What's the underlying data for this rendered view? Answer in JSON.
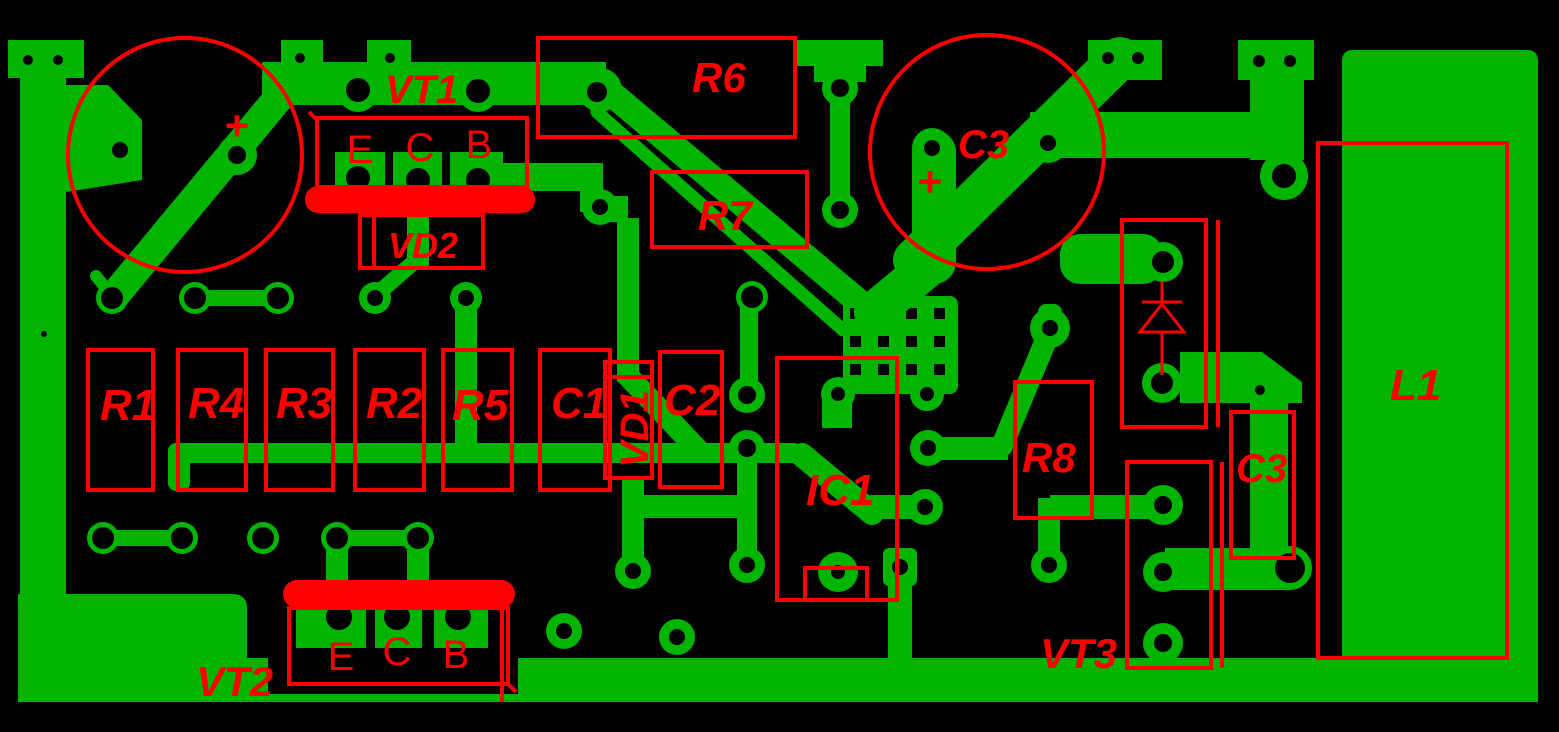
{
  "colors": {
    "copper": "#00b400",
    "silkscreen": "#ff0000",
    "board": "#000000"
  },
  "components": {
    "vt1": {
      "label": "VT1",
      "pins": [
        "E",
        "C",
        "B"
      ]
    },
    "vt2": {
      "label": "VT2",
      "pins": [
        "E",
        "C",
        "B"
      ]
    },
    "vt3": {
      "label": "VT3"
    },
    "vd1": {
      "label": "VD1"
    },
    "vd2": {
      "label": "VD2"
    },
    "r1": {
      "label": "R1"
    },
    "r2": {
      "label": "R2"
    },
    "r3": {
      "label": "R3"
    },
    "r4": {
      "label": "R4"
    },
    "r5": {
      "label": "R5"
    },
    "r6": {
      "label": "R6"
    },
    "r7": {
      "label": "R7"
    },
    "r8": {
      "label": "R8"
    },
    "c1": {
      "label": "C1"
    },
    "c2": {
      "label": "C2"
    },
    "c3_electrolytic": {
      "label": "C3",
      "polarity": "+"
    },
    "c3_small": {
      "label": "C3"
    },
    "ic1": {
      "label": "IC1"
    },
    "l1": {
      "label": "L1"
    }
  },
  "symbols": {
    "plus": "+"
  }
}
